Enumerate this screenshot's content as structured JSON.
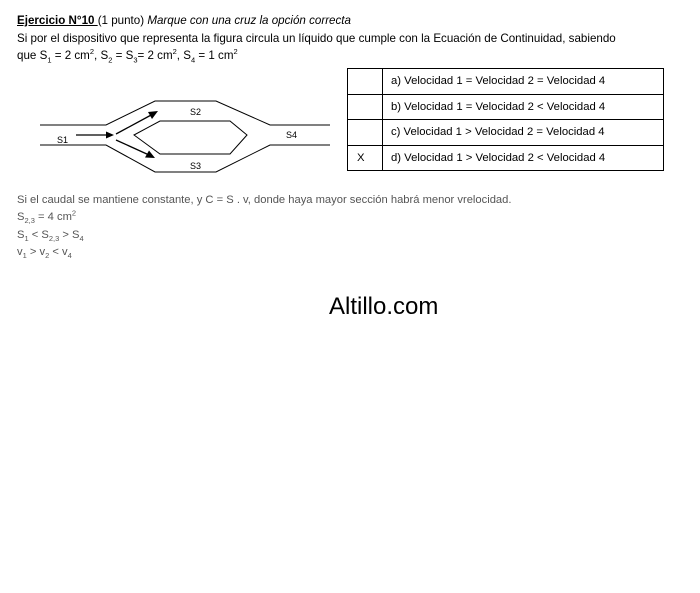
{
  "header": {
    "exercise_title": "Ejercicio N°10 ",
    "points": "(1 punto)",
    "instruction": "Marque con una cruz la opción correcta"
  },
  "question": {
    "line1": "Si por el dispositivo que representa la figura circula un líquido que cumple con la Ecuación de Continuidad, sabiendo",
    "line2": {
      "que": "que S",
      "s1_sub": "1",
      "s1_val": " = 2 cm",
      "sq": "2",
      "s2_pre": ", S",
      "s2_sub": "2",
      "s3_pre": " = S",
      "s3_sub": "3",
      "s3_val": "= 2 cm",
      "s4_pre": ", S",
      "s4_sub": "4",
      "s4_val": " = 1 cm"
    }
  },
  "diagram": {
    "labels": {
      "s1": "S1",
      "s2": "S2",
      "s3": "S3",
      "s4": "S4"
    }
  },
  "options": [
    {
      "mark": "",
      "text": "a)  Velocidad 1 = Velocidad 2 = Velocidad 4"
    },
    {
      "mark": "",
      "text": "b) Velocidad 1 = Velocidad 2 < Velocidad 4"
    },
    {
      "mark": "",
      "text": "c) Velocidad 1 > Velocidad 2 = Velocidad 4"
    },
    {
      "mark": "X",
      "text": "d) Velocidad 1 > Velocidad 2 < Velocidad 4"
    }
  ],
  "answer": {
    "line1": "Si el caudal se mantiene constante, y C = S . v, donde haya mayor sección habrá menor vrelocidad.",
    "line2": {
      "s": "S",
      "sub": "2,3",
      "val": " = 4 cm",
      "sup": "2"
    },
    "line3": {
      "s1": "S",
      "s1_sub": "1",
      "lt": " < S",
      "s23_sub": "2,3",
      "gt": " > S",
      "s4_sub": "4"
    },
    "line4": {
      "v1": "v",
      "v1_sub": "1",
      "gt": " > v",
      "v2_sub": "2",
      "lt": " < v",
      "v4_sub": "4"
    }
  },
  "watermark": "Altillo.com"
}
